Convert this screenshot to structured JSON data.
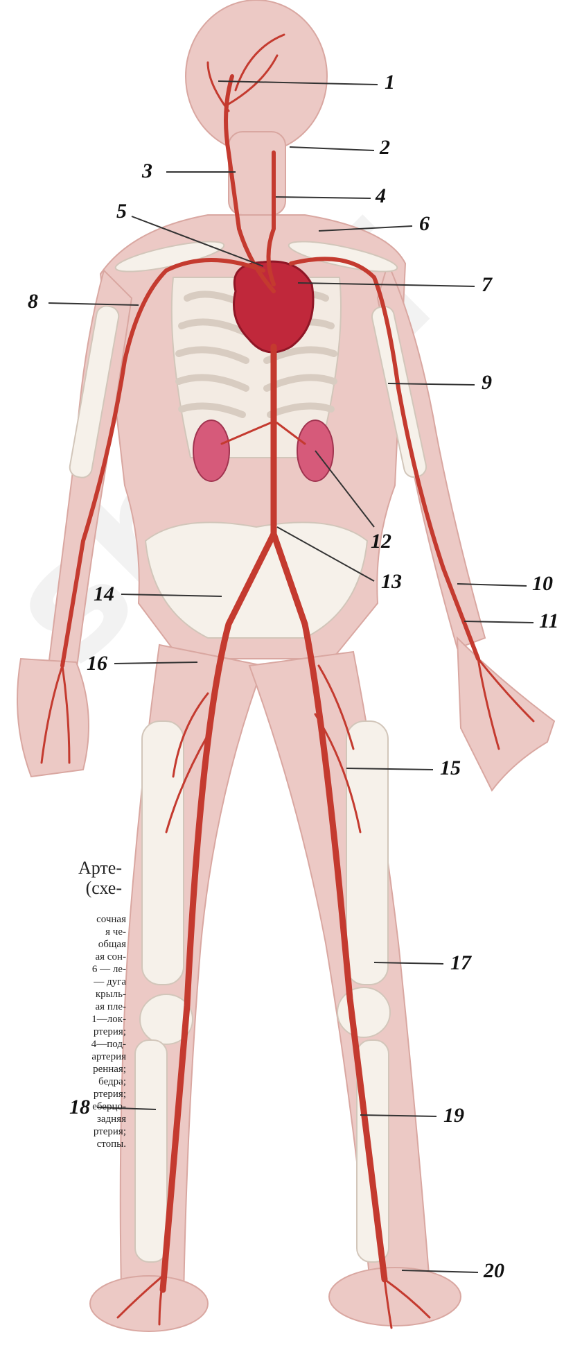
{
  "labels": [
    {
      "id": "1",
      "text": "1"
    },
    {
      "id": "2",
      "text": "2"
    },
    {
      "id": "3",
      "text": "3"
    },
    {
      "id": "4",
      "text": "4"
    },
    {
      "id": "5",
      "text": "5"
    },
    {
      "id": "6",
      "text": "6"
    },
    {
      "id": "7",
      "text": "7"
    },
    {
      "id": "8",
      "text": "8"
    },
    {
      "id": "9",
      "text": "9"
    },
    {
      "id": "10",
      "text": "10"
    },
    {
      "id": "11",
      "text": "11"
    },
    {
      "id": "12",
      "text": "12"
    },
    {
      "id": "13",
      "text": "13"
    },
    {
      "id": "14",
      "text": "14"
    },
    {
      "id": "15",
      "text": "15"
    },
    {
      "id": "16",
      "text": "16"
    },
    {
      "id": "17",
      "text": "17"
    },
    {
      "id": "18",
      "text": "18"
    },
    {
      "id": "19",
      "text": "19"
    },
    {
      "id": "20",
      "text": "20"
    }
  ],
  "caption": {
    "title": "Арте-\n(схе-",
    "body": "сочная\nя  че-\nобщая\nая  сон-\n6 — ле-\n— дуга\nкрыль-\nая  пле-\n1—лок-\nртерия;\n4—под-\nартерия\nренная;\nбедра;\nртерия;\nеберцо-\nзадняя\nртерия;\nстопы."
  },
  "watermark": "she.rf",
  "colors": {
    "skin": "#ecc9c5",
    "bone": "#f6f1ea",
    "artery": "#c43a2f",
    "heart": "#c0283b",
    "kidney": "#d65a7a"
  }
}
